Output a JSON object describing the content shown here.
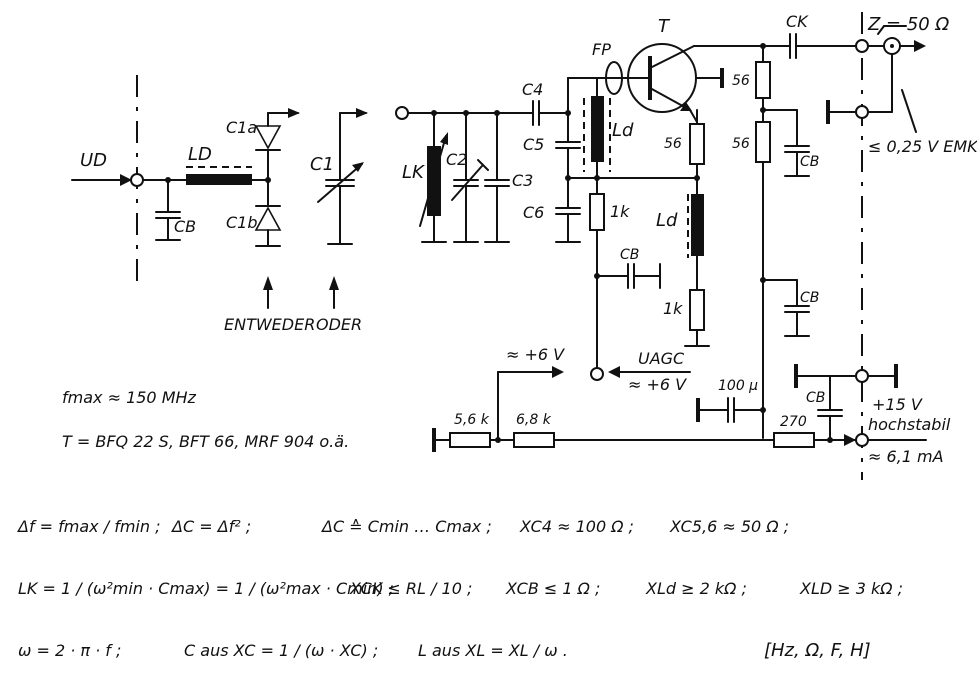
{
  "labels": {
    "ud": "UD",
    "ld_left": "LD",
    "cb": "CB",
    "c1a": "C1a",
    "c1b": "C1b",
    "c1": "C1",
    "entweder": "ENTWEDER",
    "oder": "ODER",
    "lk": "LK",
    "c2": "C2",
    "c3": "C3",
    "c4": "C4",
    "c5": "C5",
    "c6": "C6",
    "fp": "FP",
    "t": "T",
    "ld": "Ld",
    "ck": "CK",
    "z": "Z = 50 Ω",
    "emk": "≤ 0,25 V EMK",
    "r56a": "56",
    "r56b": "56",
    "r56c": "56",
    "r1k_a": "1k",
    "r1k_b": "1k",
    "uagc": "UAGC",
    "uagc_val": "≈ +6 V",
    "plus6": "≈ +6 V",
    "c100u": "100 µ",
    "r56k": "5,6 k",
    "r68k": "6,8 k",
    "r270": "270",
    "plus15": "+15 V",
    "hochstabil": "hochstabil",
    "current": "≈ 6,1 mA",
    "fmax": "fmax ≈ 150 MHz",
    "transistors": "T = BFQ 22 S, BFT 66, MRF 904 o.ä."
  },
  "formulas": {
    "df": "Δf = fmax / fmin ;",
    "dc": "ΔC = Δf² ;",
    "dc2": "ΔC ≙ Cmin … Cmax ;",
    "xc4": "XC4 ≈ 100 Ω ;",
    "xc56": "XC5,6 ≈ 50 Ω ;",
    "lk": "LK = 1 / (ω²min · Cmax) = 1 / (ω²max · Cmin) ;",
    "xck": "XCK ≤ RL / 10 ;",
    "xcb": "XCB ≤ 1 Ω ;",
    "xld": "XLd ≥ 2 kΩ ;",
    "xld2": "XLD ≥ 3 kΩ ;",
    "omega": "ω = 2 · π · f ;",
    "caus": "C aus XC = 1 / (ω · XC) ;",
    "laus": "L aus XL = XL / ω .",
    "units": "[Hz, Ω, F, H]"
  }
}
